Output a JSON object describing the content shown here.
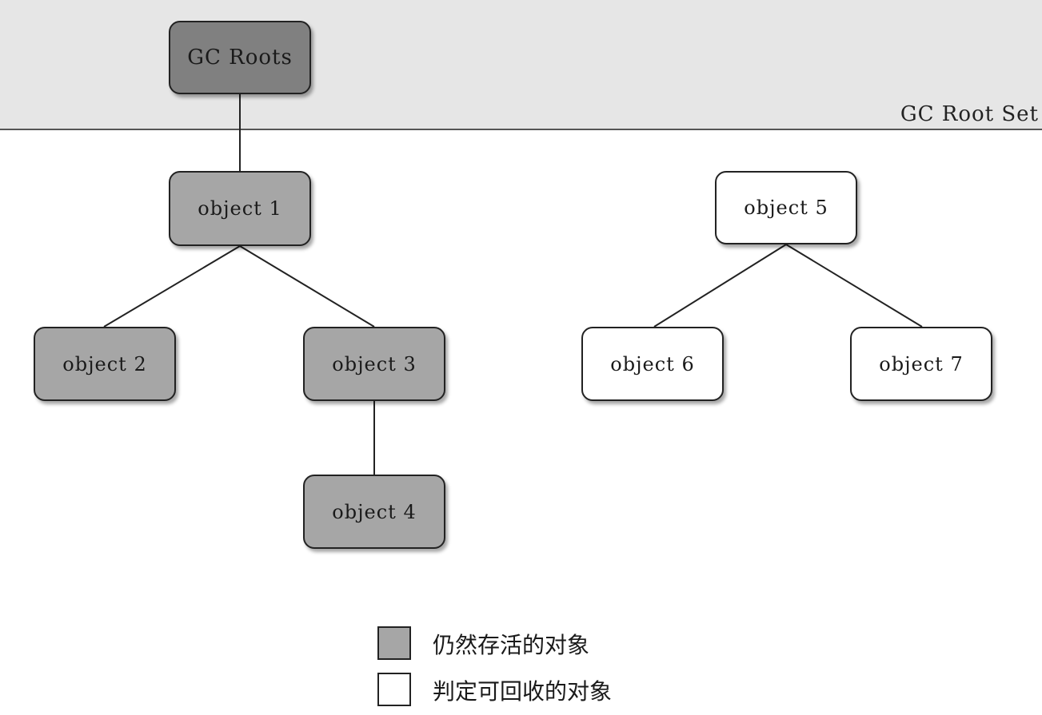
{
  "root_set_label": "GC Root Set",
  "nodes": {
    "gc_roots": "GC Roots",
    "object1": "object 1",
    "object2": "object 2",
    "object3": "object 3",
    "object4": "object 4",
    "object5": "object 5",
    "object6": "object 6",
    "object7": "object 7"
  },
  "legend": {
    "live_label": "仍然存活的对象",
    "collectable_label": "判定可回收的对象"
  },
  "colors": {
    "root_band": "#e6e6e6",
    "gc_roots_fill": "#808080",
    "live_fill": "#a6a6a6",
    "collectable_fill": "#ffffff"
  }
}
